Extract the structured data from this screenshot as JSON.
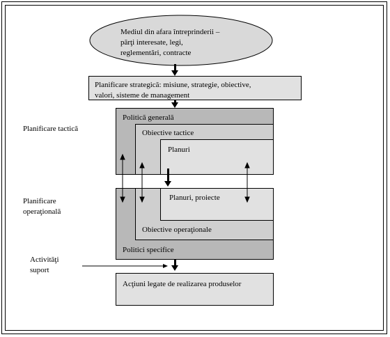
{
  "environment": {
    "text": "Mediul din afara întreprinderii – părţi interesate, legi, reglementări, contracte",
    "lines": [
      "Mediul din afara întreprinderii –",
      "părţi interesate, legi,",
      "reglementări, contracte"
    ]
  },
  "strategic": {
    "lines": [
      "Planificare strategică: misiune, strategie, obiective,",
      "valori, sisteme de management"
    ]
  },
  "tactical_block": {
    "side_label": "Planificare tactică",
    "general_policy": "Politică generală",
    "tactical_objectives": "Obiective tactice",
    "plans": "Planuri"
  },
  "operational_block": {
    "side_label_lines": [
      "Planificare",
      "operaţională"
    ],
    "plans_projects": "Planuri, proiecte",
    "operational_objectives": "Obiective operaţionale",
    "specific_policies": "Politici specifice"
  },
  "support": {
    "lines": [
      "Activităţi",
      "suport"
    ]
  },
  "product_actions": "Acţiuni legate de realizarea produselor",
  "colors": {
    "dark_gray": "#b8b8b8",
    "mid_gray": "#cfcfcf",
    "light_gray": "#e1e1e1",
    "ellipse": "#d9d9d9"
  }
}
